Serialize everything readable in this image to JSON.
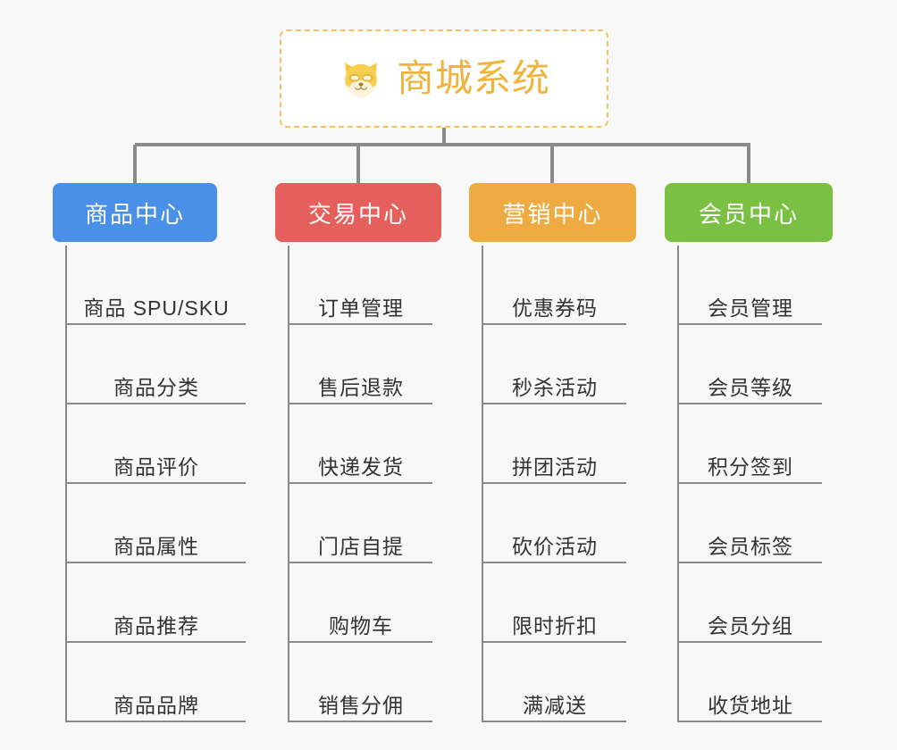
{
  "page": {
    "background_color": "#f8f8f8",
    "diagram_type": "org-tree"
  },
  "root": {
    "icon": "shiba-dog-face-icon",
    "title": "商城系统",
    "text_color": "#efb43c",
    "border_color": "#f4c162",
    "background_color": "#ffffff"
  },
  "branches": [
    {
      "label": "商品中心",
      "color": "#4a90e8",
      "items": [
        "商品 SPU/SKU",
        "商品分类",
        "商品评价",
        "商品属性",
        "商品推荐",
        "商品品牌"
      ]
    },
    {
      "label": "交易中心",
      "color": "#e5605c",
      "items": [
        "订单管理",
        "售后退款",
        "快递发货",
        "门店自提",
        "购物车",
        "销售分佣"
      ]
    },
    {
      "label": "营销中心",
      "color": "#eeab41",
      "items": [
        "优惠券码",
        "秒杀活动",
        "拼团活动",
        "砍价活动",
        "限时折扣",
        "满减送"
      ]
    },
    {
      "label": "会员中心",
      "color": "#7ac143",
      "items": [
        "会员管理",
        "会员等级",
        "积分签到",
        "会员标签",
        "会员分组",
        "收货地址"
      ]
    }
  ],
  "connector": {
    "color": "#8a8a8a"
  }
}
